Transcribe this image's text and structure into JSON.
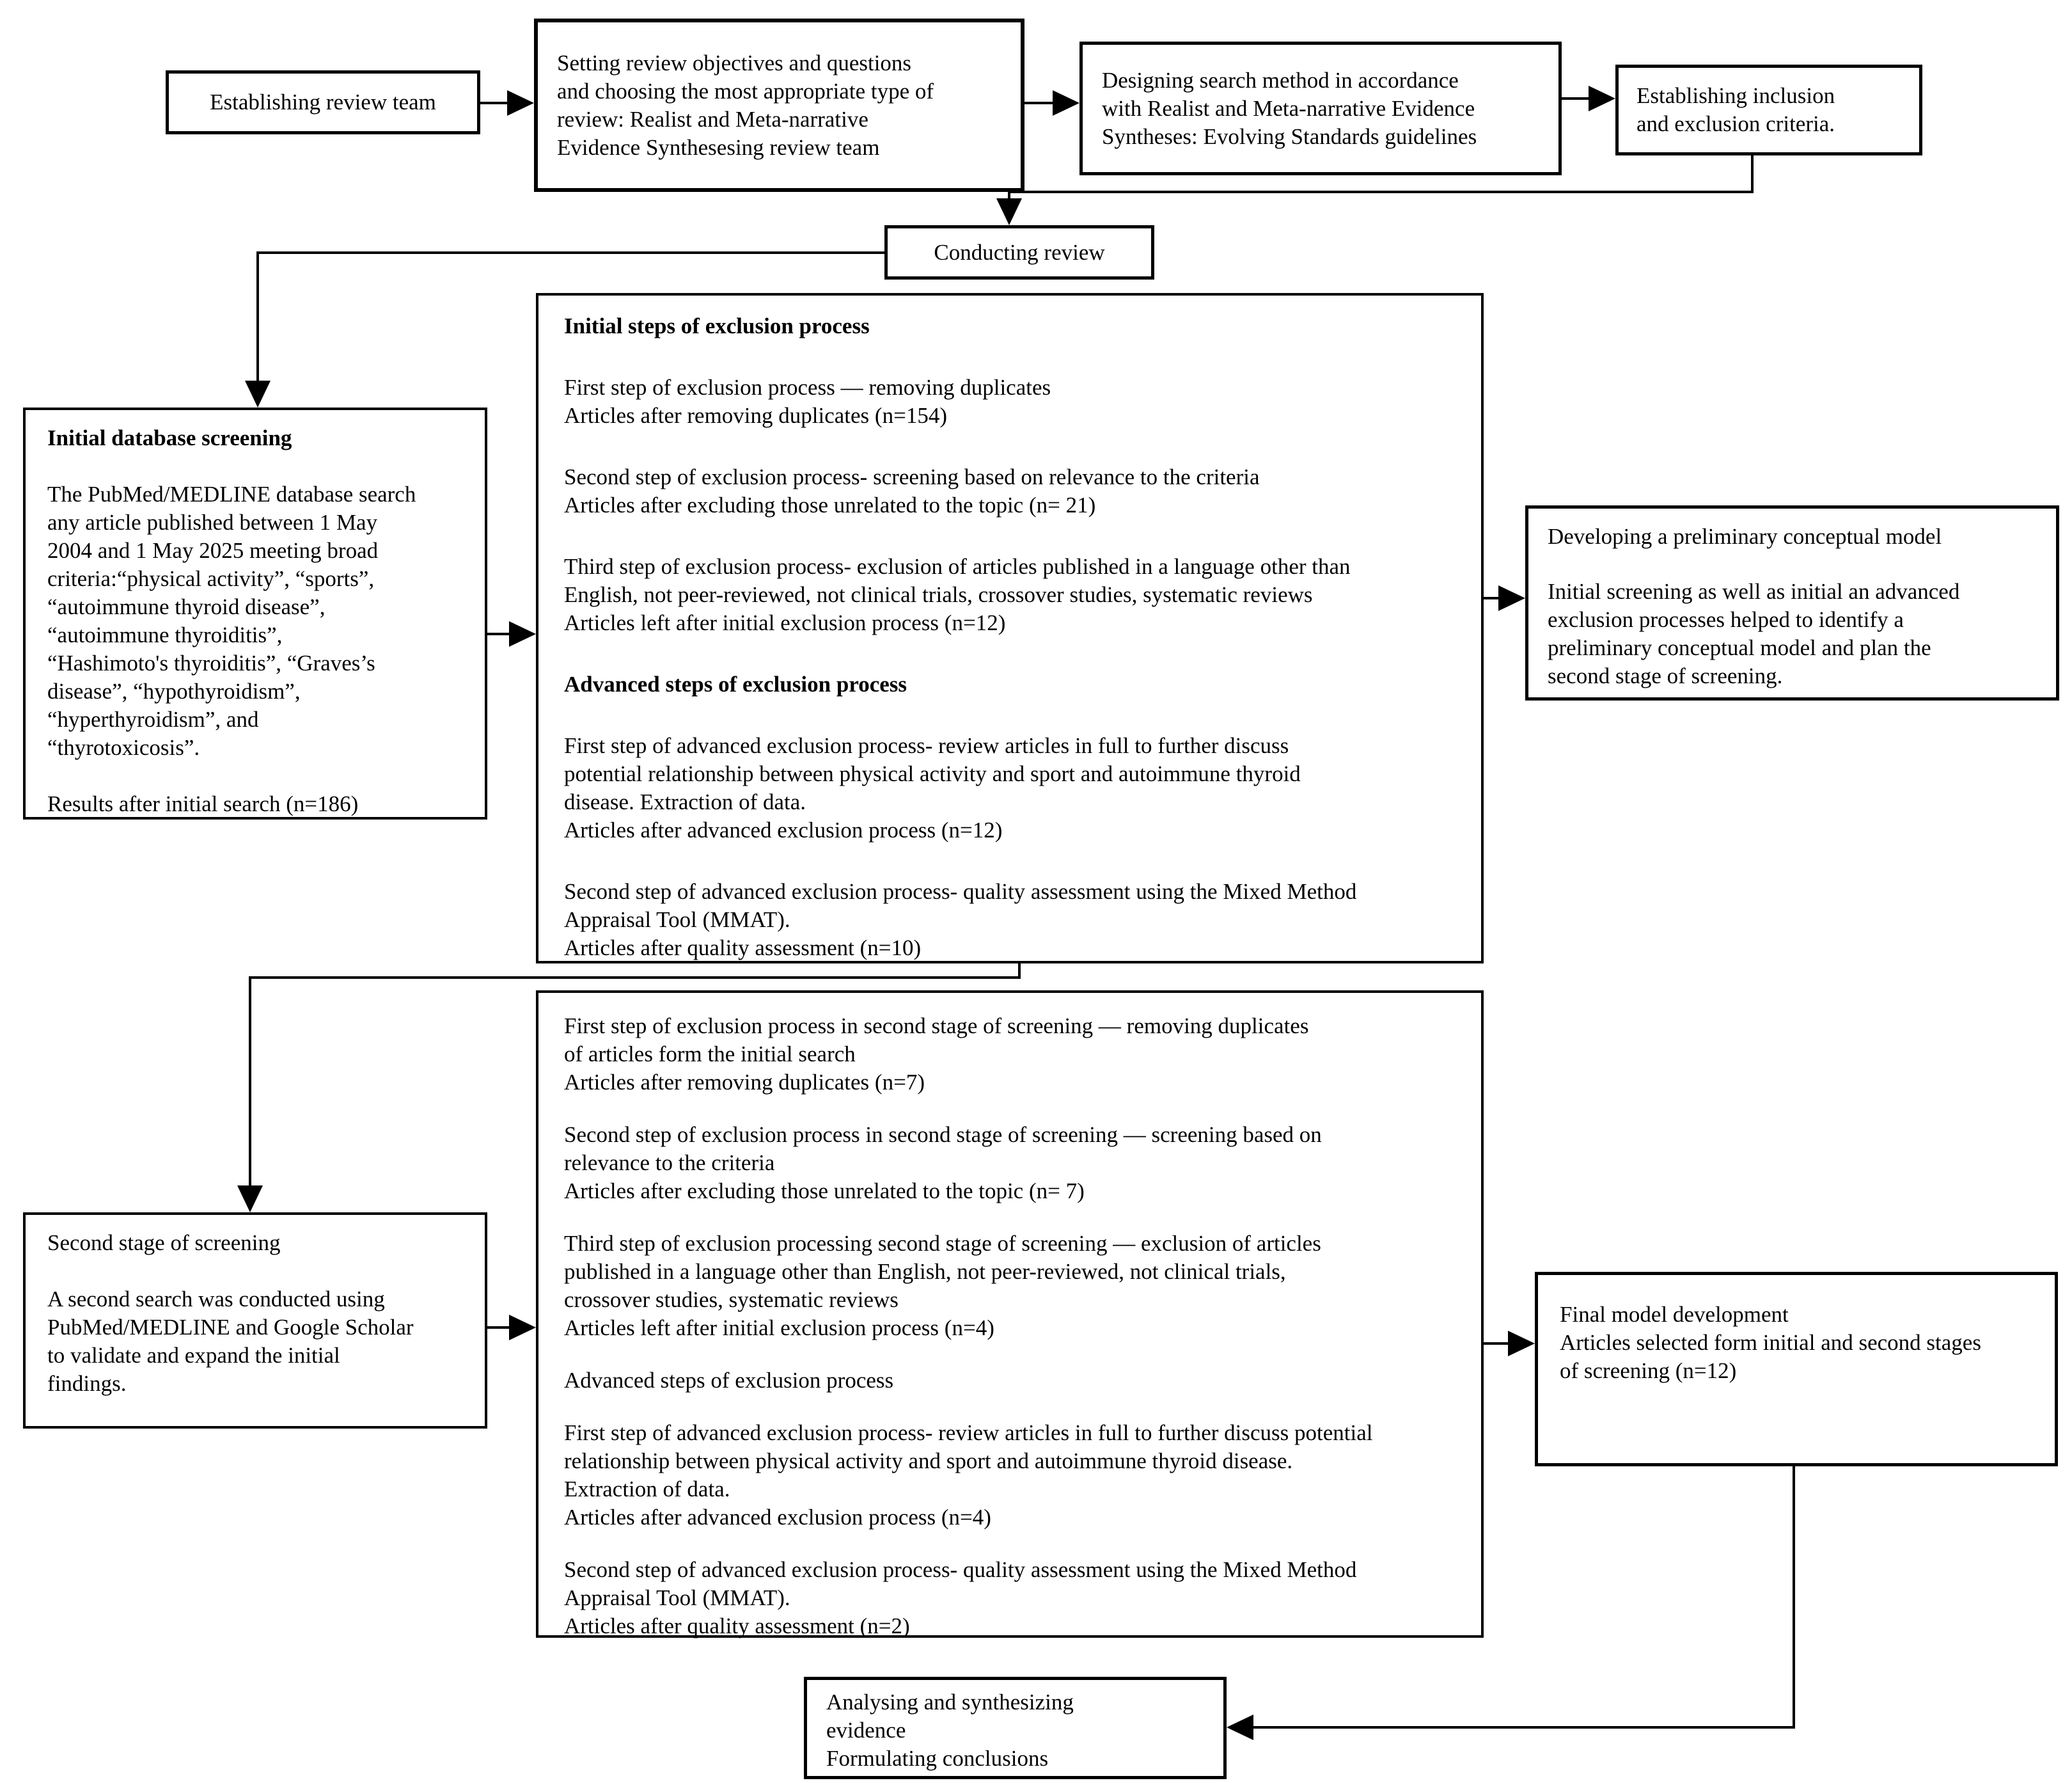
{
  "page": {
    "background": "#ffffff",
    "ink": "#000000"
  },
  "top_row": {
    "establishing_team": "Establishing review team",
    "objectives": "Setting review objectives and questions\nand choosing the most appropriate type of\nreview: Realist and Meta-narrative\nEvidence Synthesesing review team",
    "designing": "Designing search method in accordance\nwith Realist and Meta-narrative Evidence\nSyntheses: Evolving Standards guidelines",
    "criteria": "Establishing inclusion\nand exclusion criteria."
  },
  "conducting": {
    "label": "Conducting review"
  },
  "initial_db": {
    "title": "Initial database screening",
    "body": "The PubMed/MEDLINE database search\nany article published between 1 May\n2004 and 1 May 2025 meeting broad\ncriteria:“physical activity”, “sports”,\n“autoimmune thyroid disease”,\n“autoimmune thyroiditis”,\n“Hashimoto's thyroiditis”, “Graves’s\ndisease”, “hypothyroidism”,\n“hyperthyroidism”, and\n“thyrotoxicosis”.",
    "results": "Results after initial search (n=186)"
  },
  "initial_steps": {
    "title": "Initial steps of exclusion process",
    "p1": "First step of exclusion process — removing duplicates\nArticles after removing duplicates (n=154)",
    "p2": "Second step of exclusion process- screening based on relevance to the criteria\nArticles after excluding those unrelated to the topic (n= 21)",
    "p3": "Third step of exclusion process- exclusion of articles published in a language other than\nEnglish, not peer-reviewed, not clinical trials, crossover studies, systematic reviews\nArticles left after initial exclusion process (n=12)",
    "subtitle": "Advanced steps of exclusion process",
    "p4": "First step of advanced exclusion process- review articles in full to further discuss\npotential relationship between physical activity and sport and autoimmune thyroid\ndisease. Extraction of data.\nArticles after advanced exclusion process (n=12)",
    "p5": "Second step of advanced exclusion process- quality assessment using the Mixed Method\nAppraisal Tool (MMAT).\nArticles after quality assessment (n=10)"
  },
  "preliminary_model": {
    "title": "Developing a preliminary conceptual model",
    "body": "Initial screening as well as initial an advanced\nexclusion processes helped to identify a\npreliminary conceptual model and plan the\nsecond stage of screening."
  },
  "second_stage_steps": {
    "p1": "First step of exclusion process in second stage of screening — removing duplicates\nof articles form the initial search\nArticles after removing duplicates (n=7)",
    "p2": "Second step of exclusion process in second stage of screening — screening based on\nrelevance to the criteria\nArticles after excluding those unrelated to the topic (n= 7)",
    "p3": "Third step of exclusion processing second stage of screening — exclusion of articles\npublished in a language other than English, not peer-reviewed, not clinical trials,\ncrossover studies, systematic reviews\nArticles left after initial exclusion process (n=4)",
    "subtitle": "Advanced steps of exclusion process",
    "p4": "First step of advanced exclusion process- review articles in full to further discuss potential\nrelationship between physical activity and sport and autoimmune thyroid disease.\nExtraction of data.\nArticles after advanced exclusion process (n=4)",
    "p5": "Second step of advanced exclusion process- quality assessment using the Mixed Method\nAppraisal Tool (MMAT).\nArticles after quality assessment (n=2)"
  },
  "second_stage": {
    "title": "Second stage of screening",
    "body": "A second search was conducted using\nPubMed/MEDLINE and Google Scholar\nto validate and expand the initial\nfindings."
  },
  "final_model": {
    "title": "Final model development",
    "body": "Articles selected form initial and second stages\nof screening (n=12)"
  },
  "analysis": {
    "label": "Analysing and synthesizing\nevidence\nFormulating conclusions"
  }
}
